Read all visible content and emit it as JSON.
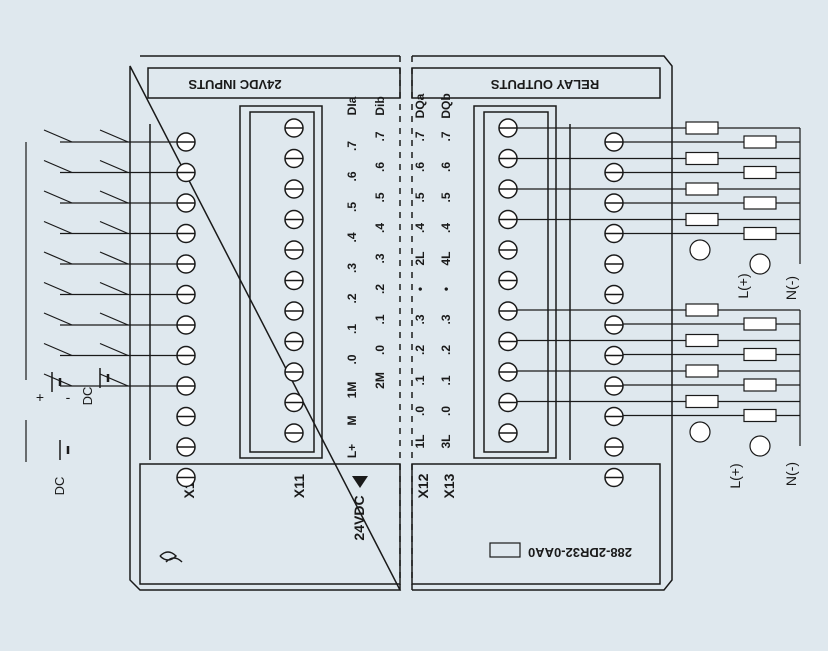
{
  "colors": {
    "background": "#dfe8ee",
    "line": "#1a1a1a"
  },
  "left_module": {
    "header": "24VDC INPUTS",
    "terminal_labels": [
      "X10",
      "X11"
    ],
    "label_24vdc": "24VDC",
    "row_labels_x11": [
      ".7",
      ".6",
      ".5",
      ".4",
      ".3",
      ".2",
      ".1",
      ".0",
      "1M",
      "M",
      "L+"
    ],
    "row_labels_x10": [
      "Dib",
      ".7",
      ".6",
      ".5",
      ".4",
      ".3",
      ".2",
      ".1",
      ".0",
      "2M"
    ],
    "dia_label": "DIa",
    "source_labels": {
      "dc_upper": "DC",
      "dc_lower": "DC",
      "plus": "+",
      "minus": "-"
    },
    "logo_icon": "siemens-logo-icon"
  },
  "right_module": {
    "header": "RELAY OUTPUTS",
    "terminal_labels": [
      "X12",
      "X13"
    ],
    "part_number": "288-2DR32-0AA0",
    "row_labels_x12": [
      "DQa",
      ".7",
      ".6",
      ".5",
      ".4",
      "2L",
      "•",
      ".3",
      ".2",
      ".1",
      ".0",
      "1L"
    ],
    "row_labels_x13": [
      "DQb",
      ".7",
      ".6",
      ".5",
      ".4",
      "4L",
      "•",
      ".3",
      ".2",
      ".1",
      ".0",
      "3L"
    ],
    "supply_labels": {
      "l_plus_upper": "L(+)",
      "n_minus_upper": "N(-)",
      "l_plus_lower": "L(+)",
      "n_minus_lower": "N(-)"
    },
    "ce_mark_icon": "ce-mark-icon"
  }
}
